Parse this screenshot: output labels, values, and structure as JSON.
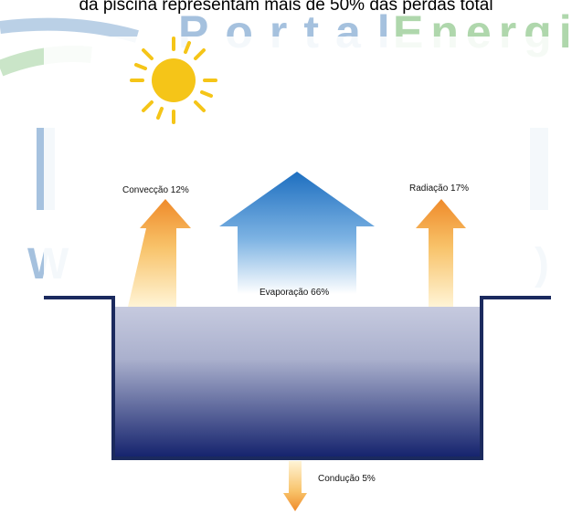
{
  "caption": "da piscina representam mais de 50% das perdas total",
  "watermark": {
    "text": "Portal Energia",
    "colors": {
      "blue": "#3a78b8",
      "green": "#4fa84a"
    }
  },
  "labels": {
    "convection": "Convecção 12%",
    "radiation": "Radiação 17%",
    "evaporation": "Evaporação 66%",
    "conduction": "Condução 5%"
  },
  "colors": {
    "sun": "#f5c518",
    "evaporation_arrow_top": "#1e6fc0",
    "heat_arrow_top": "#ef8a2a",
    "pool_light": "#c6cadf",
    "pool_dark": "#16246e",
    "pool_outline": "#1b2a5e"
  }
}
